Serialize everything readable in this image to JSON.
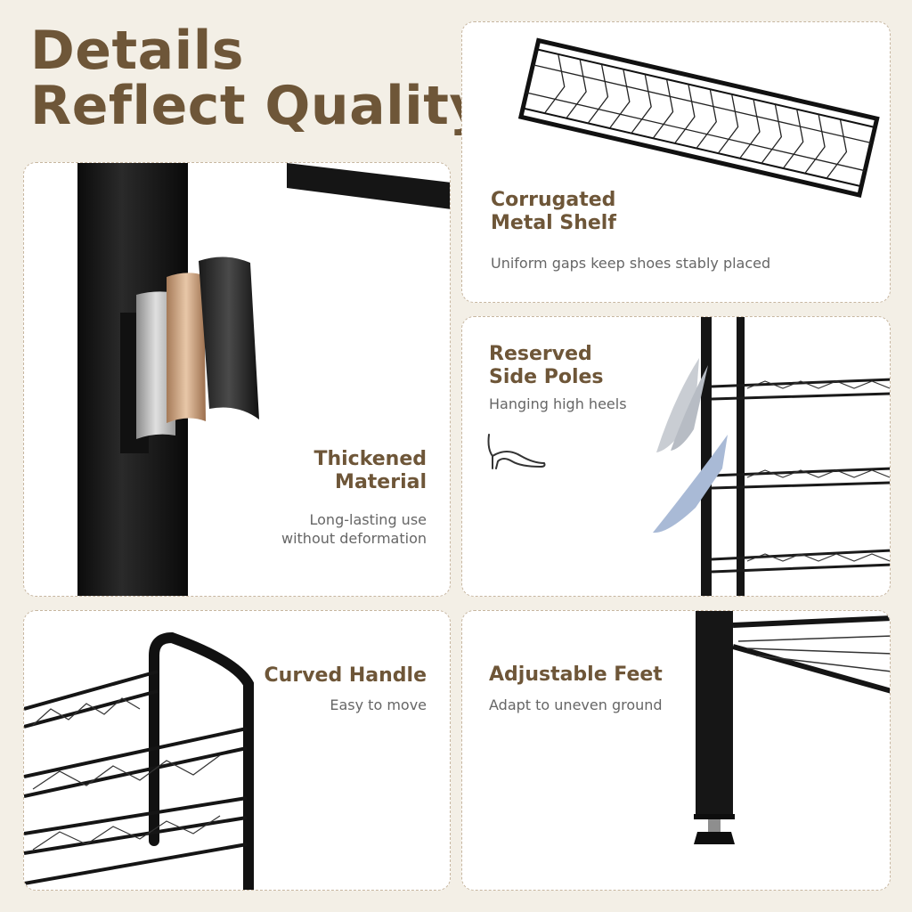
{
  "headline": {
    "line1": "Details",
    "line2": "Reflect Quality"
  },
  "colors": {
    "background": "#f3efe6",
    "accent": "#6e5638",
    "panel": "#ffffff",
    "border": "#c7b6a0"
  },
  "panels": {
    "shelf": {
      "title_line1": "Corrugated",
      "title_line2": "Metal Shelf",
      "description": "Uniform gaps keep shoes stably placed"
    },
    "material": {
      "title_line1": "Thickened",
      "title_line2": "Material",
      "desc_line1": "Long-lasting use",
      "desc_line2": "without deformation"
    },
    "poles": {
      "title_line1": "Reserved",
      "title_line2": "Side Poles",
      "description": "Hanging high heels",
      "icon": "high-heel-icon"
    },
    "handle": {
      "title": "Curved Handle",
      "description": "Easy to move"
    },
    "feet": {
      "title": "Adjustable Feet",
      "description": "Adapt to uneven ground"
    }
  }
}
